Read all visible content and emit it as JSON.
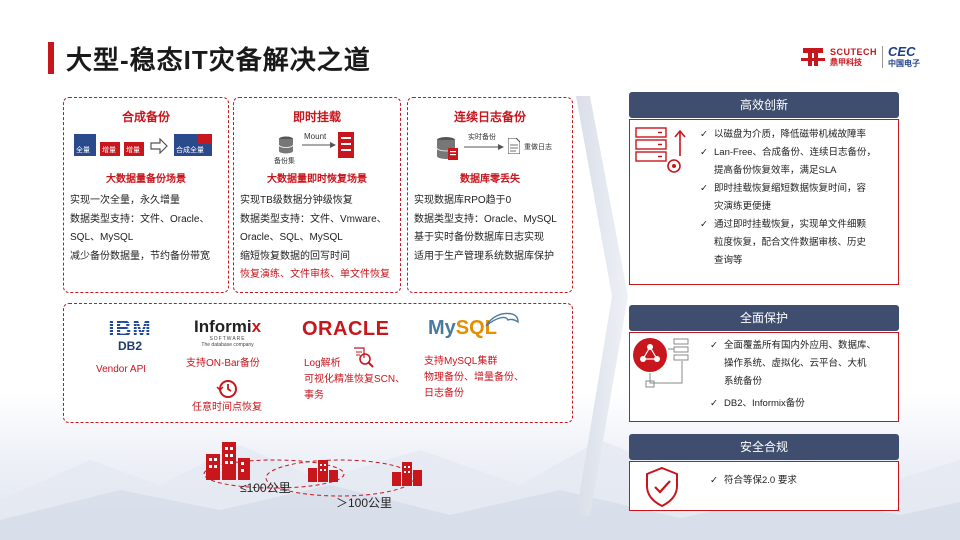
{
  "header": {
    "title": "大型-稳态IT灾备解决之道",
    "logo": {
      "scu_en": "SCUTECH",
      "scu_cn": "鼎甲科技",
      "cec_en": "CEC",
      "cec_cn": "中国电子"
    }
  },
  "cards": [
    {
      "title": "合成备份",
      "diagram": {
        "full": "全量",
        "inc": "增量",
        "synth": "合成全量"
      },
      "subtitle": "大数据量备份场景",
      "lines": [
        "实现一次全量，永久增量",
        "数据类型支持：文件、Oracle、",
        "SQL、MySQL",
        "减少备份数据量，节约备份带宽"
      ]
    },
    {
      "title": "即时挂载",
      "diagram": {
        "mount": "Mount",
        "backup_set": "备份集"
      },
      "subtitle": "大数据量即时恢复场景",
      "lines": [
        "实现TB级数据分钟级恢复",
        "数据类型支持：文件、Vmware、",
        "Oracle、SQL、MySQL",
        "缩短恢复数据的回写时间"
      ],
      "red_line": "恢复演练、文件审核、单文件恢复"
    },
    {
      "title": "连续日志备份",
      "diagram": {
        "realtime": "实时备份",
        "redo": "重做日志"
      },
      "subtitle": "数据库零丢失",
      "lines": [
        "实现数据库RPO趋于0",
        "数据类型支持：Oracle、MySQL",
        "基于实时备份数据库日志实现",
        "适用于生产管理系统数据库保护"
      ]
    }
  ],
  "vendors": {
    "ibm": {
      "logo": "IBM",
      "sub": "DB2",
      "caption": "Vendor API"
    },
    "informix": {
      "logo_a": "Informi",
      "logo_b": "x",
      "logo_sub1": "SOFTWARE",
      "logo_sub2": "The database company",
      "caption": "支持ON-Bar备份",
      "caption2": "任意时间点恢复"
    },
    "oracle": {
      "logo": "ORACLE",
      "lines": [
        "Log解析",
        "可视化精准恢复SCN、",
        "事务"
      ]
    },
    "mysql": {
      "logo_a": "My",
      "logo_b": "SQL",
      "lines": [
        "支持MySQL集群",
        "物理备份、增量备份、",
        "日志备份"
      ]
    }
  },
  "distance": {
    "near": "≤100公里",
    "far": "＞100公里"
  },
  "panels": [
    {
      "head": "高效创新",
      "items": [
        [
          "以磁盘为介质，降低磁带机械故障率"
        ],
        [
          "Lan-Free、合成备份、连续日志备份，",
          "提高备份恢复效率，满足SLA"
        ],
        [
          "即时挂载恢复缩短数据恢复时间，容",
          "灾演练更便捷"
        ],
        [
          "通过即时挂载恢复，实现单文件细颗",
          "粒度恢复，配合文件数据审核、历史",
          "查询等"
        ]
      ]
    },
    {
      "head": "全面保护",
      "items": [
        [
          "全面覆盖所有国内外应用、数据库、",
          "操作系统、虚拟化、云平台、大机",
          "系统备份"
        ],
        [
          "DB2、Informix备份"
        ]
      ]
    },
    {
      "head": "安全合规",
      "items": [
        [
          "符合等保2.0 要求"
        ]
      ]
    }
  ],
  "colors": {
    "accent": "#c8161d",
    "panel_head": "#3f4e6e",
    "brand_blue": "#1e3f8a"
  },
  "icons": [
    "arrow-right-icon",
    "database-icon",
    "server-icon",
    "document-icon",
    "clock-icon",
    "magnifier-icon",
    "dolphin-icon",
    "building-icon",
    "server-gear-icon",
    "network-icon",
    "shield-check-icon"
  ]
}
